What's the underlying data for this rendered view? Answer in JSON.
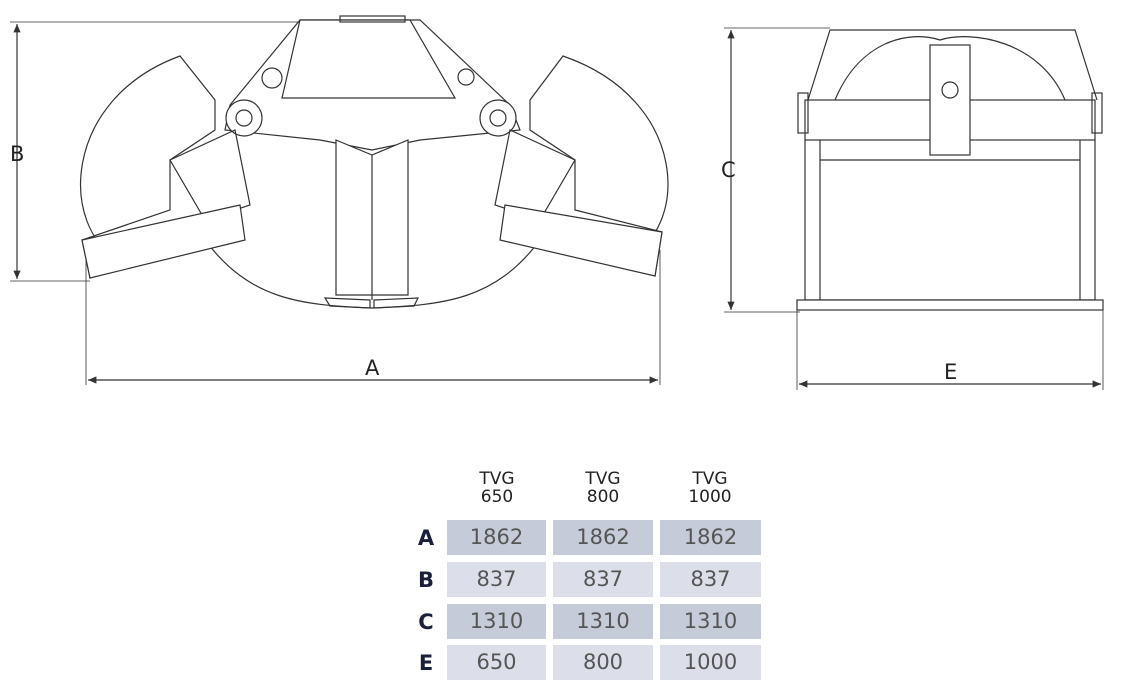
{
  "dimensions": {
    "a": "A",
    "b": "B",
    "c": "C",
    "e": "E"
  },
  "table": {
    "headers": [
      {
        "line1": "TVG",
        "line2": "650"
      },
      {
        "line1": "TVG",
        "line2": "800"
      },
      {
        "line1": "TVG",
        "line2": "1000"
      }
    ],
    "rows": [
      {
        "label": "A",
        "values": [
          "1862",
          "1862",
          "1862"
        ]
      },
      {
        "label": "B",
        "values": [
          "837",
          "837",
          "837"
        ]
      },
      {
        "label": "C",
        "values": [
          "1310",
          "1310",
          "1310"
        ]
      },
      {
        "label": "E",
        "values": [
          "650",
          "800",
          "1000"
        ]
      }
    ]
  }
}
